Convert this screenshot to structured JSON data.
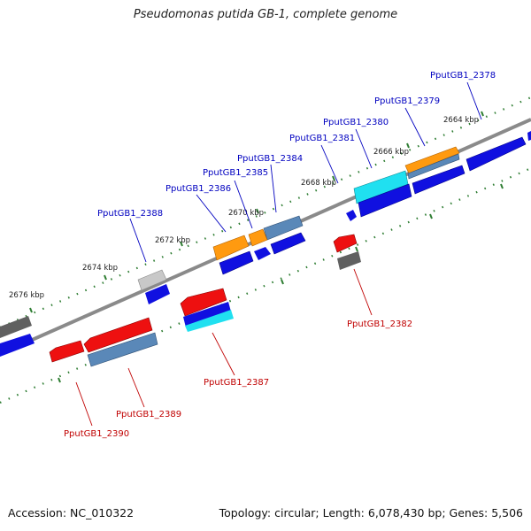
{
  "title": "Pseudomonas putida GB-1, complete genome",
  "footer": {
    "accession": "Accession: NC_010322",
    "summary": "Topology: circular; Length: 6,078,430 bp; Genes: 5,506"
  },
  "colors": {
    "backbone": "#808080",
    "tick": "#2e7d32",
    "label_forward": "#0000c0",
    "label_reverse": "#c00000",
    "scale_text": "#222222"
  },
  "scale_labels": [
    "2664 kbp",
    "2666 kbp",
    "2668 kbp",
    "2670 kbp",
    "2672 kbp",
    "2674 kbp",
    "2676 kbp"
  ],
  "gene_labels": {
    "forward": [
      "PputGB1_2378",
      "PputGB1_2379",
      "PputGB1_2380",
      "PputGB1_2381",
      "PputGB1_2384",
      "PputGB1_2385",
      "PputGB1_2386",
      "PputGB1_2388"
    ],
    "reverse": [
      "PputGB1_2382",
      "PputGB1_2387",
      "PputGB1_2389",
      "PputGB1_2390"
    ]
  }
}
